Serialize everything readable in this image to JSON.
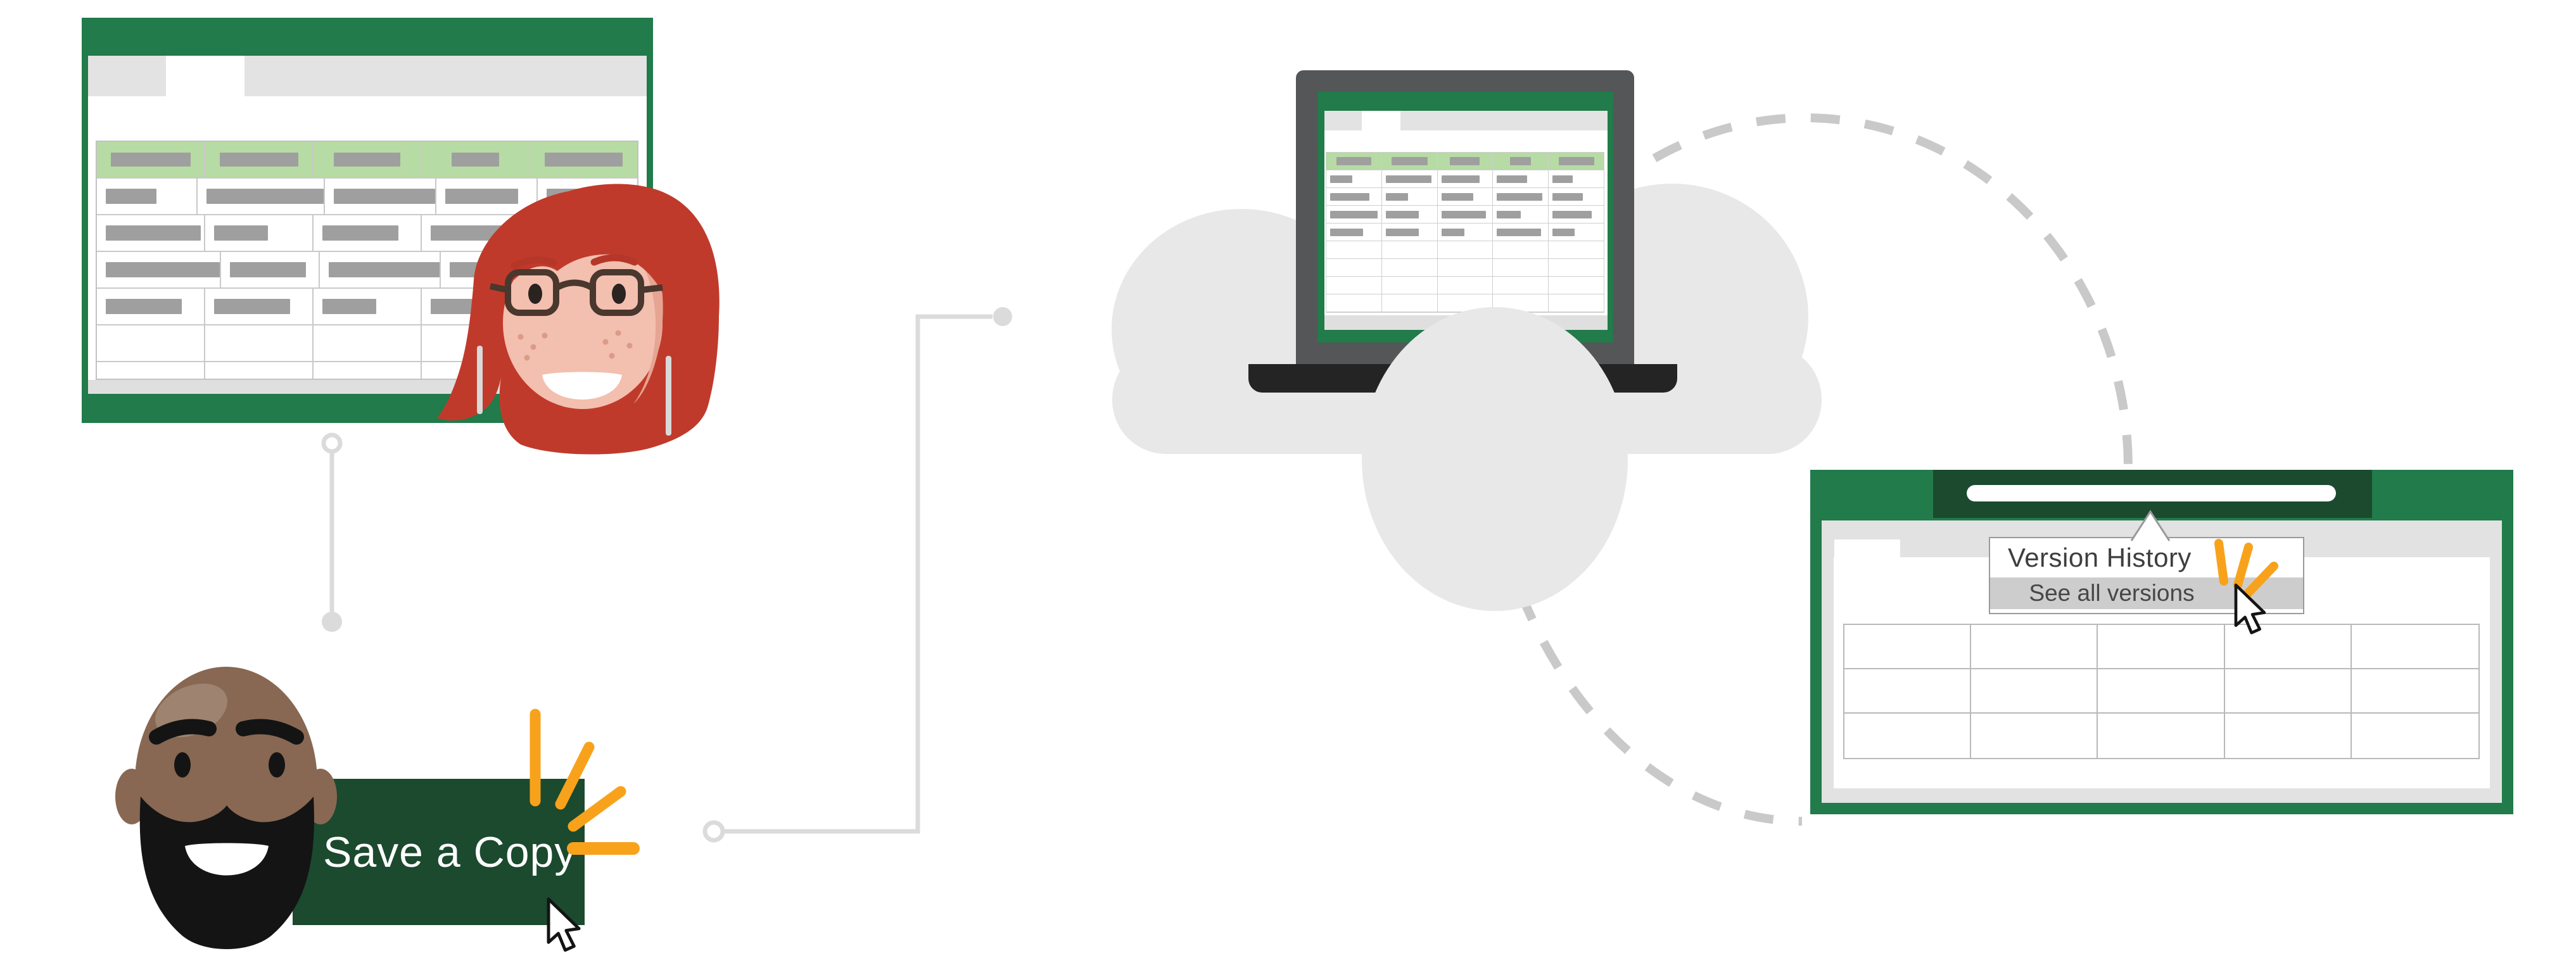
{
  "illustration": {
    "description": "Excel cloud workflow illustration: save a copy of a shared workbook and view version history",
    "background": "#FFFFFF"
  },
  "save_button": {
    "label": "Save a Copy"
  },
  "version_menu": {
    "title": "Version History",
    "item": "See all versions"
  },
  "colors": {
    "excel_green": "#217B4A",
    "dark_green": "#1B4A2E",
    "header_row_green": "#B7DBA4",
    "placeholder_bar_gray": "#9F9F9F",
    "toolbar_gray": "#E3E3E3",
    "cloud_gray": "#E8E8E8",
    "dashed_line_gray": "#C9C9C9",
    "connector_gray": "#DBDBDB",
    "laptop_frame_gray": "#555658",
    "laptop_base_black": "#242424",
    "click_burst_orange": "#F8A21C",
    "woman_hair_red": "#C03A2B",
    "woman_skin": "#F3BFAF",
    "man_skin": "#886853",
    "beard_black": "#141414"
  },
  "sheets": {
    "main": {
      "columns": 5,
      "header_bars": [
        126,
        124,
        105,
        75,
        123
      ],
      "rows": [
        [
          80,
          185,
          160,
          115,
          95
        ],
        [
          150,
          85,
          120,
          140,
          100
        ],
        [
          180,
          120,
          175,
          90,
          110
        ],
        [
          120,
          120,
          85,
          130,
          80
        ]
      ],
      "empty_rows": 2
    },
    "laptop": {
      "columns": 5,
      "header_bars": [
        55,
        57,
        47,
        33,
        56
      ],
      "rows": [
        [
          35,
          72,
          60,
          48,
          32
        ],
        [
          62,
          35,
          50,
          72,
          48
        ],
        [
          75,
          52,
          70,
          38,
          62
        ],
        [
          52,
          52,
          36,
          70,
          35
        ]
      ],
      "empty_rows": 4
    },
    "versions": {
      "columns": 5,
      "rows": 3
    }
  },
  "icons": {
    "cursor_on_button": "arrow-cursor-icon",
    "cursor_on_menu": "arrow-cursor-icon",
    "burst_on_button": "click-burst-icon",
    "burst_on_menu": "click-burst-icon",
    "cloud": "cloud-icon",
    "laptop": "laptop-icon"
  }
}
